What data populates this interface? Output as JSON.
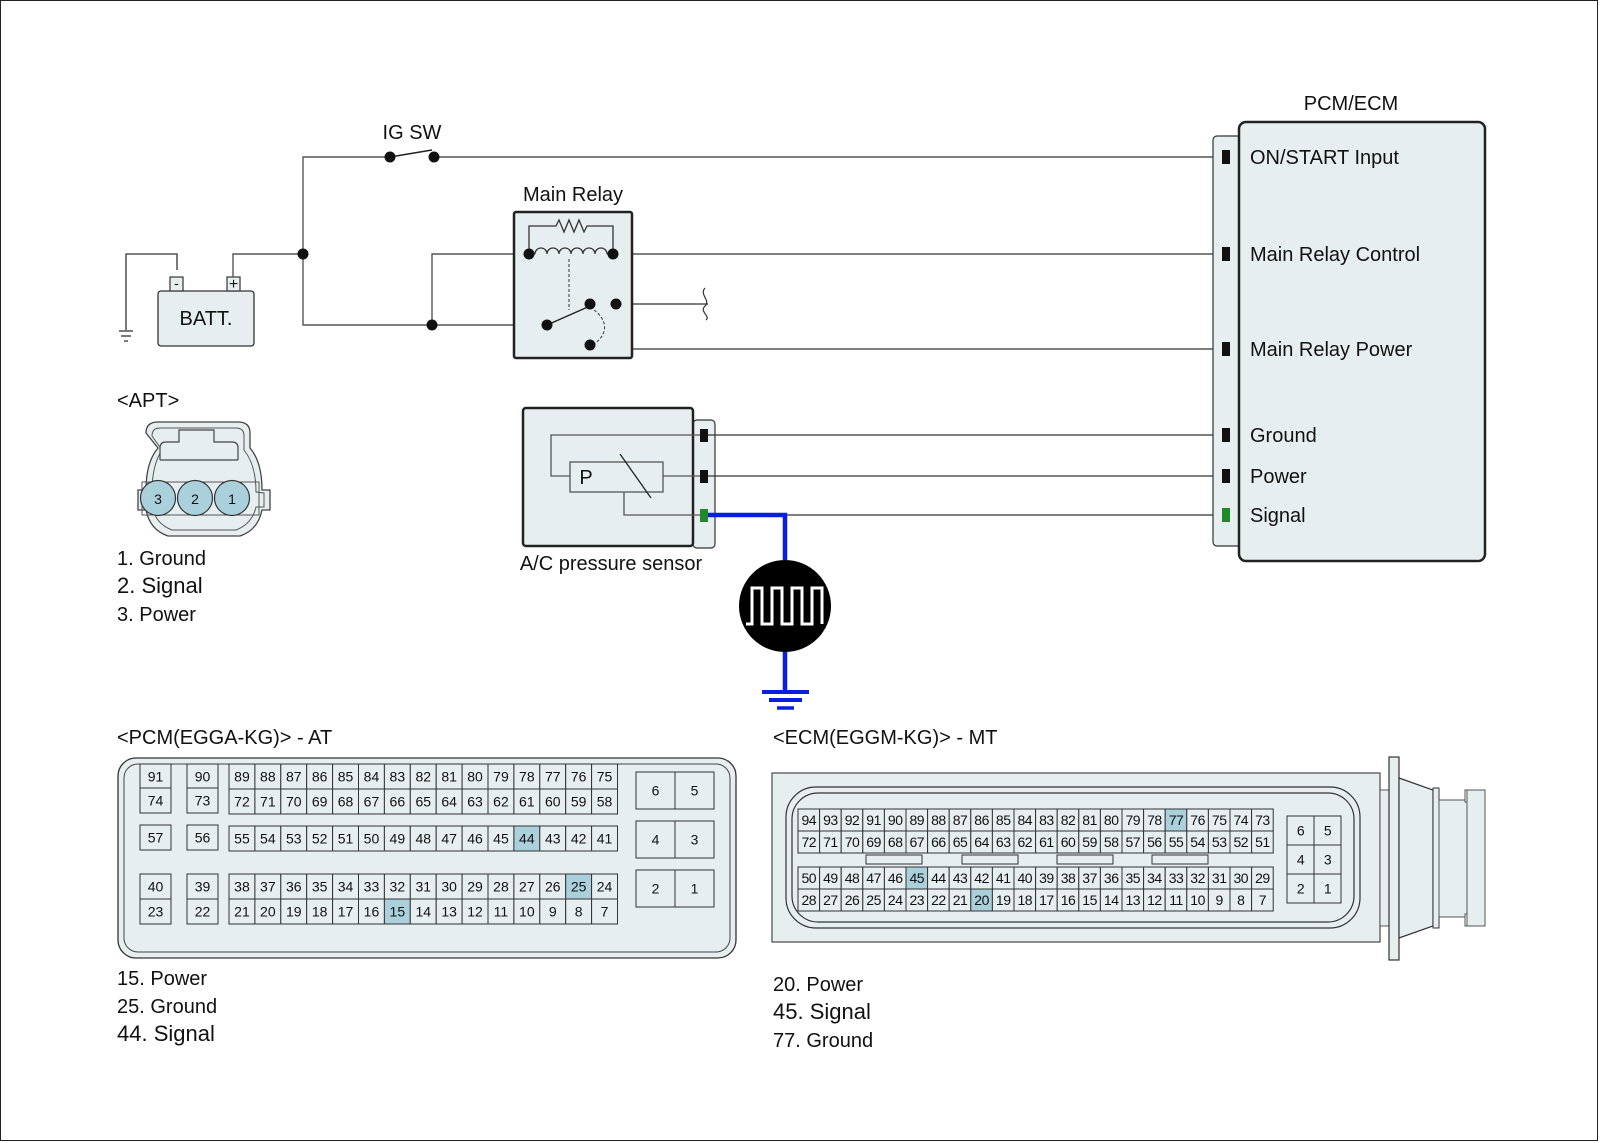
{
  "title_labels": {
    "ig_sw": "IG SW",
    "main_relay": "Main Relay",
    "battery": "BATT.",
    "battery_neg": "-",
    "battery_pos": "+",
    "pcm_ecm": "PCM/ECM",
    "sensor": "A/C pressure sensor",
    "sensor_symbol": "P"
  },
  "pcm_ecm_pins": [
    {
      "label": "ON/START Input",
      "color": "#111111"
    },
    {
      "label": "Main Relay Control",
      "color": "#111111"
    },
    {
      "label": "Main Relay Power",
      "color": "#111111"
    },
    {
      "label": "Ground",
      "color": "#111111"
    },
    {
      "label": "Power",
      "color": "#111111"
    },
    {
      "label": "Signal",
      "color": "#1f8a2a"
    }
  ],
  "apt": {
    "title": "<APT>",
    "pins": [
      "3",
      "2",
      "1"
    ],
    "legend": [
      {
        "text": "1. Ground",
        "signal": false
      },
      {
        "text": "2. Signal",
        "signal": true
      },
      {
        "text": "3. Power",
        "signal": false
      }
    ]
  },
  "pcm_connector": {
    "title": "<PCM(EGGA-KG)> - AT",
    "highlighted": [
      "15",
      "25",
      "44"
    ],
    "singles": [
      [
        "91",
        "74"
      ],
      [
        "90",
        "73"
      ],
      [
        "57"
      ],
      [
        "56"
      ],
      [
        "40",
        "23"
      ],
      [
        "39",
        "22"
      ]
    ],
    "rows": [
      [
        "89",
        "88",
        "87",
        "86",
        "85",
        "84",
        "83",
        "82",
        "81",
        "80",
        "79",
        "78",
        "77",
        "76",
        "75"
      ],
      [
        "72",
        "71",
        "70",
        "69",
        "68",
        "67",
        "66",
        "65",
        "64",
        "63",
        "62",
        "61",
        "60",
        "59",
        "58"
      ],
      [
        "55",
        "54",
        "53",
        "52",
        "51",
        "50",
        "49",
        "48",
        "47",
        "46",
        "45",
        "44",
        "43",
        "42",
        "41"
      ],
      [
        "38",
        "37",
        "36",
        "35",
        "34",
        "33",
        "32",
        "31",
        "30",
        "29",
        "28",
        "27",
        "26",
        "25",
        "24"
      ],
      [
        "21",
        "20",
        "19",
        "18",
        "17",
        "16",
        "15",
        "14",
        "13",
        "12",
        "11",
        "10",
        "9",
        "8",
        "7"
      ]
    ],
    "power_pins": [
      [
        "6",
        "5"
      ],
      [
        "4",
        "3"
      ],
      [
        "2",
        "1"
      ]
    ],
    "legend": [
      {
        "text": "15. Power",
        "signal": false
      },
      {
        "text": "25. Ground",
        "signal": false
      },
      {
        "text": "44. Signal",
        "signal": true
      }
    ]
  },
  "ecm_connector": {
    "title": "<ECM(EGGM-KG)> - MT",
    "highlighted": [
      "77",
      "45",
      "20"
    ],
    "rows": [
      [
        "94",
        "93",
        "92",
        "91",
        "90",
        "89",
        "88",
        "87",
        "86",
        "85",
        "84",
        "83",
        "82",
        "81",
        "80",
        "79",
        "78",
        "77",
        "76",
        "75",
        "74",
        "73"
      ],
      [
        "72",
        "71",
        "70",
        "69",
        "68",
        "67",
        "66",
        "65",
        "64",
        "63",
        "62",
        "61",
        "60",
        "59",
        "58",
        "57",
        "56",
        "55",
        "54",
        "53",
        "52",
        "51"
      ],
      [
        "50",
        "49",
        "48",
        "47",
        "46",
        "45",
        "44",
        "43",
        "42",
        "41",
        "40",
        "39",
        "38",
        "37",
        "36",
        "35",
        "34",
        "33",
        "32",
        "31",
        "30",
        "29"
      ],
      [
        "28",
        "27",
        "26",
        "25",
        "24",
        "23",
        "22",
        "21",
        "20",
        "19",
        "18",
        "17",
        "16",
        "15",
        "14",
        "13",
        "12",
        "11",
        "10",
        "9",
        "8",
        "7"
      ]
    ],
    "power_pins": [
      [
        "6",
        "5"
      ],
      [
        "4",
        "3"
      ],
      [
        "2",
        "1"
      ]
    ],
    "legend": [
      {
        "text": "20. Power",
        "signal": false
      },
      {
        "text": "45. Signal",
        "signal": true
      },
      {
        "text": "77. Ground",
        "signal": false
      }
    ]
  },
  "colors": {
    "signal_green": "#1f8a2a",
    "waveform_wire_blue": "#0a1ee0",
    "highlight_pin": "#a9d0db",
    "component_fill": "#e7eef0"
  }
}
